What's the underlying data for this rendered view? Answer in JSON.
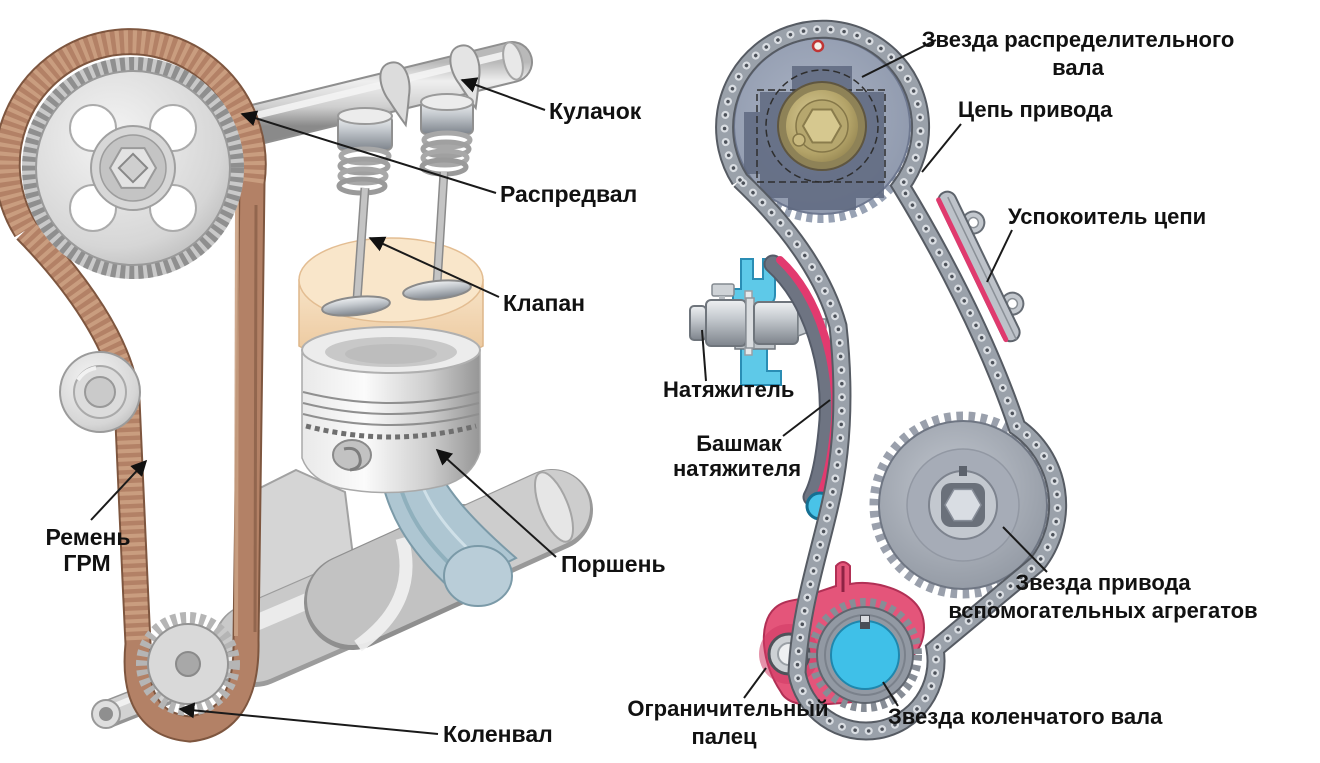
{
  "figure": {
    "description_left": "Belt-driven valve timing (timing belt) cutaway",
    "description_right": "Chain-driven valve timing diagram"
  },
  "left": {
    "labels": {
      "cam_lobe": "Кулачок",
      "camshaft": "Распредвал",
      "valve": "Клапан",
      "timing_belt": [
        "Ремень",
        "ГРМ"
      ],
      "piston": "Поршень",
      "crankshaft": "Коленвал"
    }
  },
  "right": {
    "labels": {
      "camshaft_sprocket": [
        "Звезда распределительного",
        "вала"
      ],
      "drive_chain": "Цепь привода",
      "chain_damper": "Успокоитель цепи",
      "tensioner": "Натяжитель",
      "tensioner_shoe": [
        "Башмак",
        "натяжителя"
      ],
      "aux_drive_sprocket": [
        "Звезда привода",
        "вспомогательных агрегатов"
      ],
      "limit_pin": [
        "Ограничительный",
        "палец"
      ],
      "crankshaft_sprocket": "Звезда коленчатого вала"
    }
  },
  "colors": {
    "background": "#ffffff",
    "label_text": "#111111",
    "timing_belt": "#b38166",
    "chain": "#9aa1aa",
    "tensioner_shoe_accent": "#e23a6f",
    "tensioner_bracket": "#5ec9e8",
    "crank_sprocket_center": "#3fc0e8",
    "limiter_housing": "#e4557a",
    "camshaft_sprocket_hub": "#b3a368",
    "cylinder_block": "#f3d7ae"
  }
}
